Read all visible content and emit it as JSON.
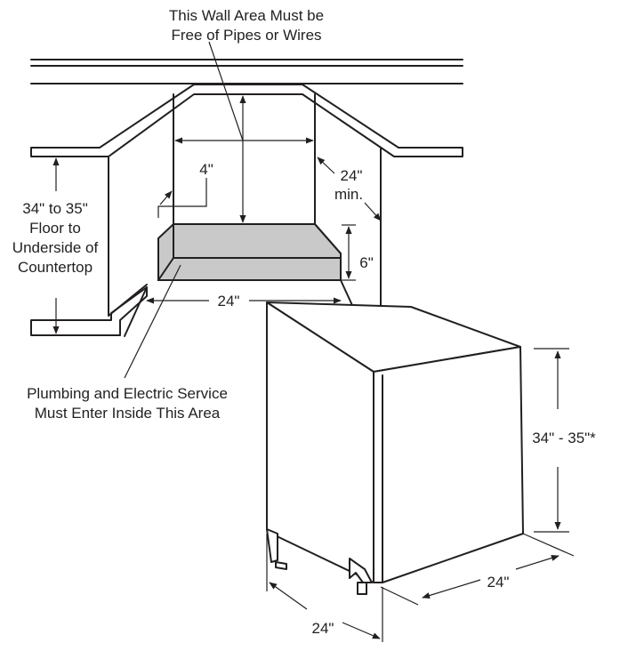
{
  "colors": {
    "line": "#231f20",
    "service_area_fill": "#c9c9c9",
    "background": "#ffffff"
  },
  "icons": {
    "dimension_arrow": "arrowhead"
  },
  "labels": {
    "wall_area_line1": "This Wall Area Must be",
    "wall_area_line2": "Free of Pipes or Wires",
    "height_line1": "34\" to 35\"",
    "height_line2": "Floor to",
    "height_line3": "Underside of",
    "height_line4": "Countertop",
    "depth_4": "4\"",
    "min_24_line1": "24\"",
    "min_24_line2": "min.",
    "height_6": "6\"",
    "width_24_opening": "24\"",
    "plumbing_line1": "Plumbing and Electric Service",
    "plumbing_line2": "Must Enter Inside This Area",
    "dishwasher_height": "34\" - 35\"*",
    "dishwasher_depth": "24\"",
    "dishwasher_width": "24\""
  }
}
